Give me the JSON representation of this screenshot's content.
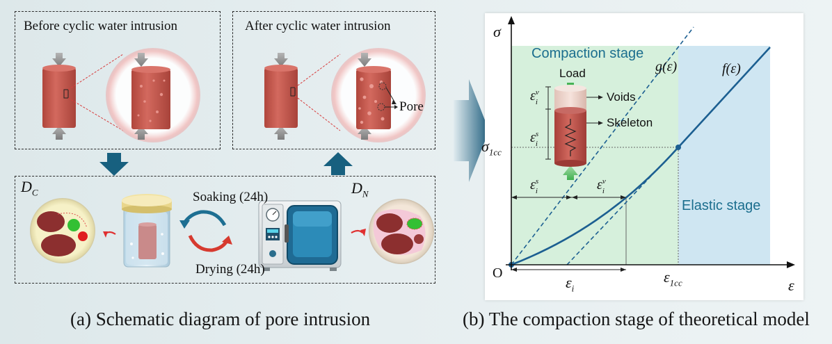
{
  "panel_a": {
    "before_title": "Before cyclic water intrusion",
    "after_title": "After cyclic water intrusion",
    "pore_label": "Pore",
    "dc_main": "D",
    "dc_sub": "C",
    "dn_main": "D",
    "dn_sub": "N",
    "soaking_label": "Soaking (24h)",
    "drying_label": "Drying (24h)",
    "caption": "(a) Schematic diagram of pore intrusion"
  },
  "panel_b": {
    "caption": "(b) The compaction stage of theoretical model",
    "sigma_axis": "σ",
    "eps_axis": "ε",
    "origin": "O",
    "compaction_stage": "Compaction stage",
    "elastic_stage": "Elastic stage",
    "g_label": "g(ε)",
    "f_label": "f(ε)",
    "sigma_1cc_main": "σ",
    "sigma_1cc_sub": "1cc",
    "eps_1cc_main": "ε",
    "eps_1cc_sub": "1cc",
    "eps_i_main": "ε",
    "eps_i_sub": "i",
    "eps_iv_main": "ε",
    "eps_iv_sub": "i",
    "eps_iv_sup": "v",
    "eps_is_main": "ε",
    "eps_is_sub": "i",
    "eps_is_sup": "s",
    "load_label": "Load",
    "voids_label": "Voids",
    "skeleton_label": "Skeleton"
  },
  "colors": {
    "sample_red": "#c4574c",
    "compaction_green": "#d6f0dc",
    "elastic_blue": "#cfe6f2",
    "curve_blue": "#1c5f91",
    "arrow_blue": "#17607f",
    "text_teal": "#1b6e8e"
  }
}
